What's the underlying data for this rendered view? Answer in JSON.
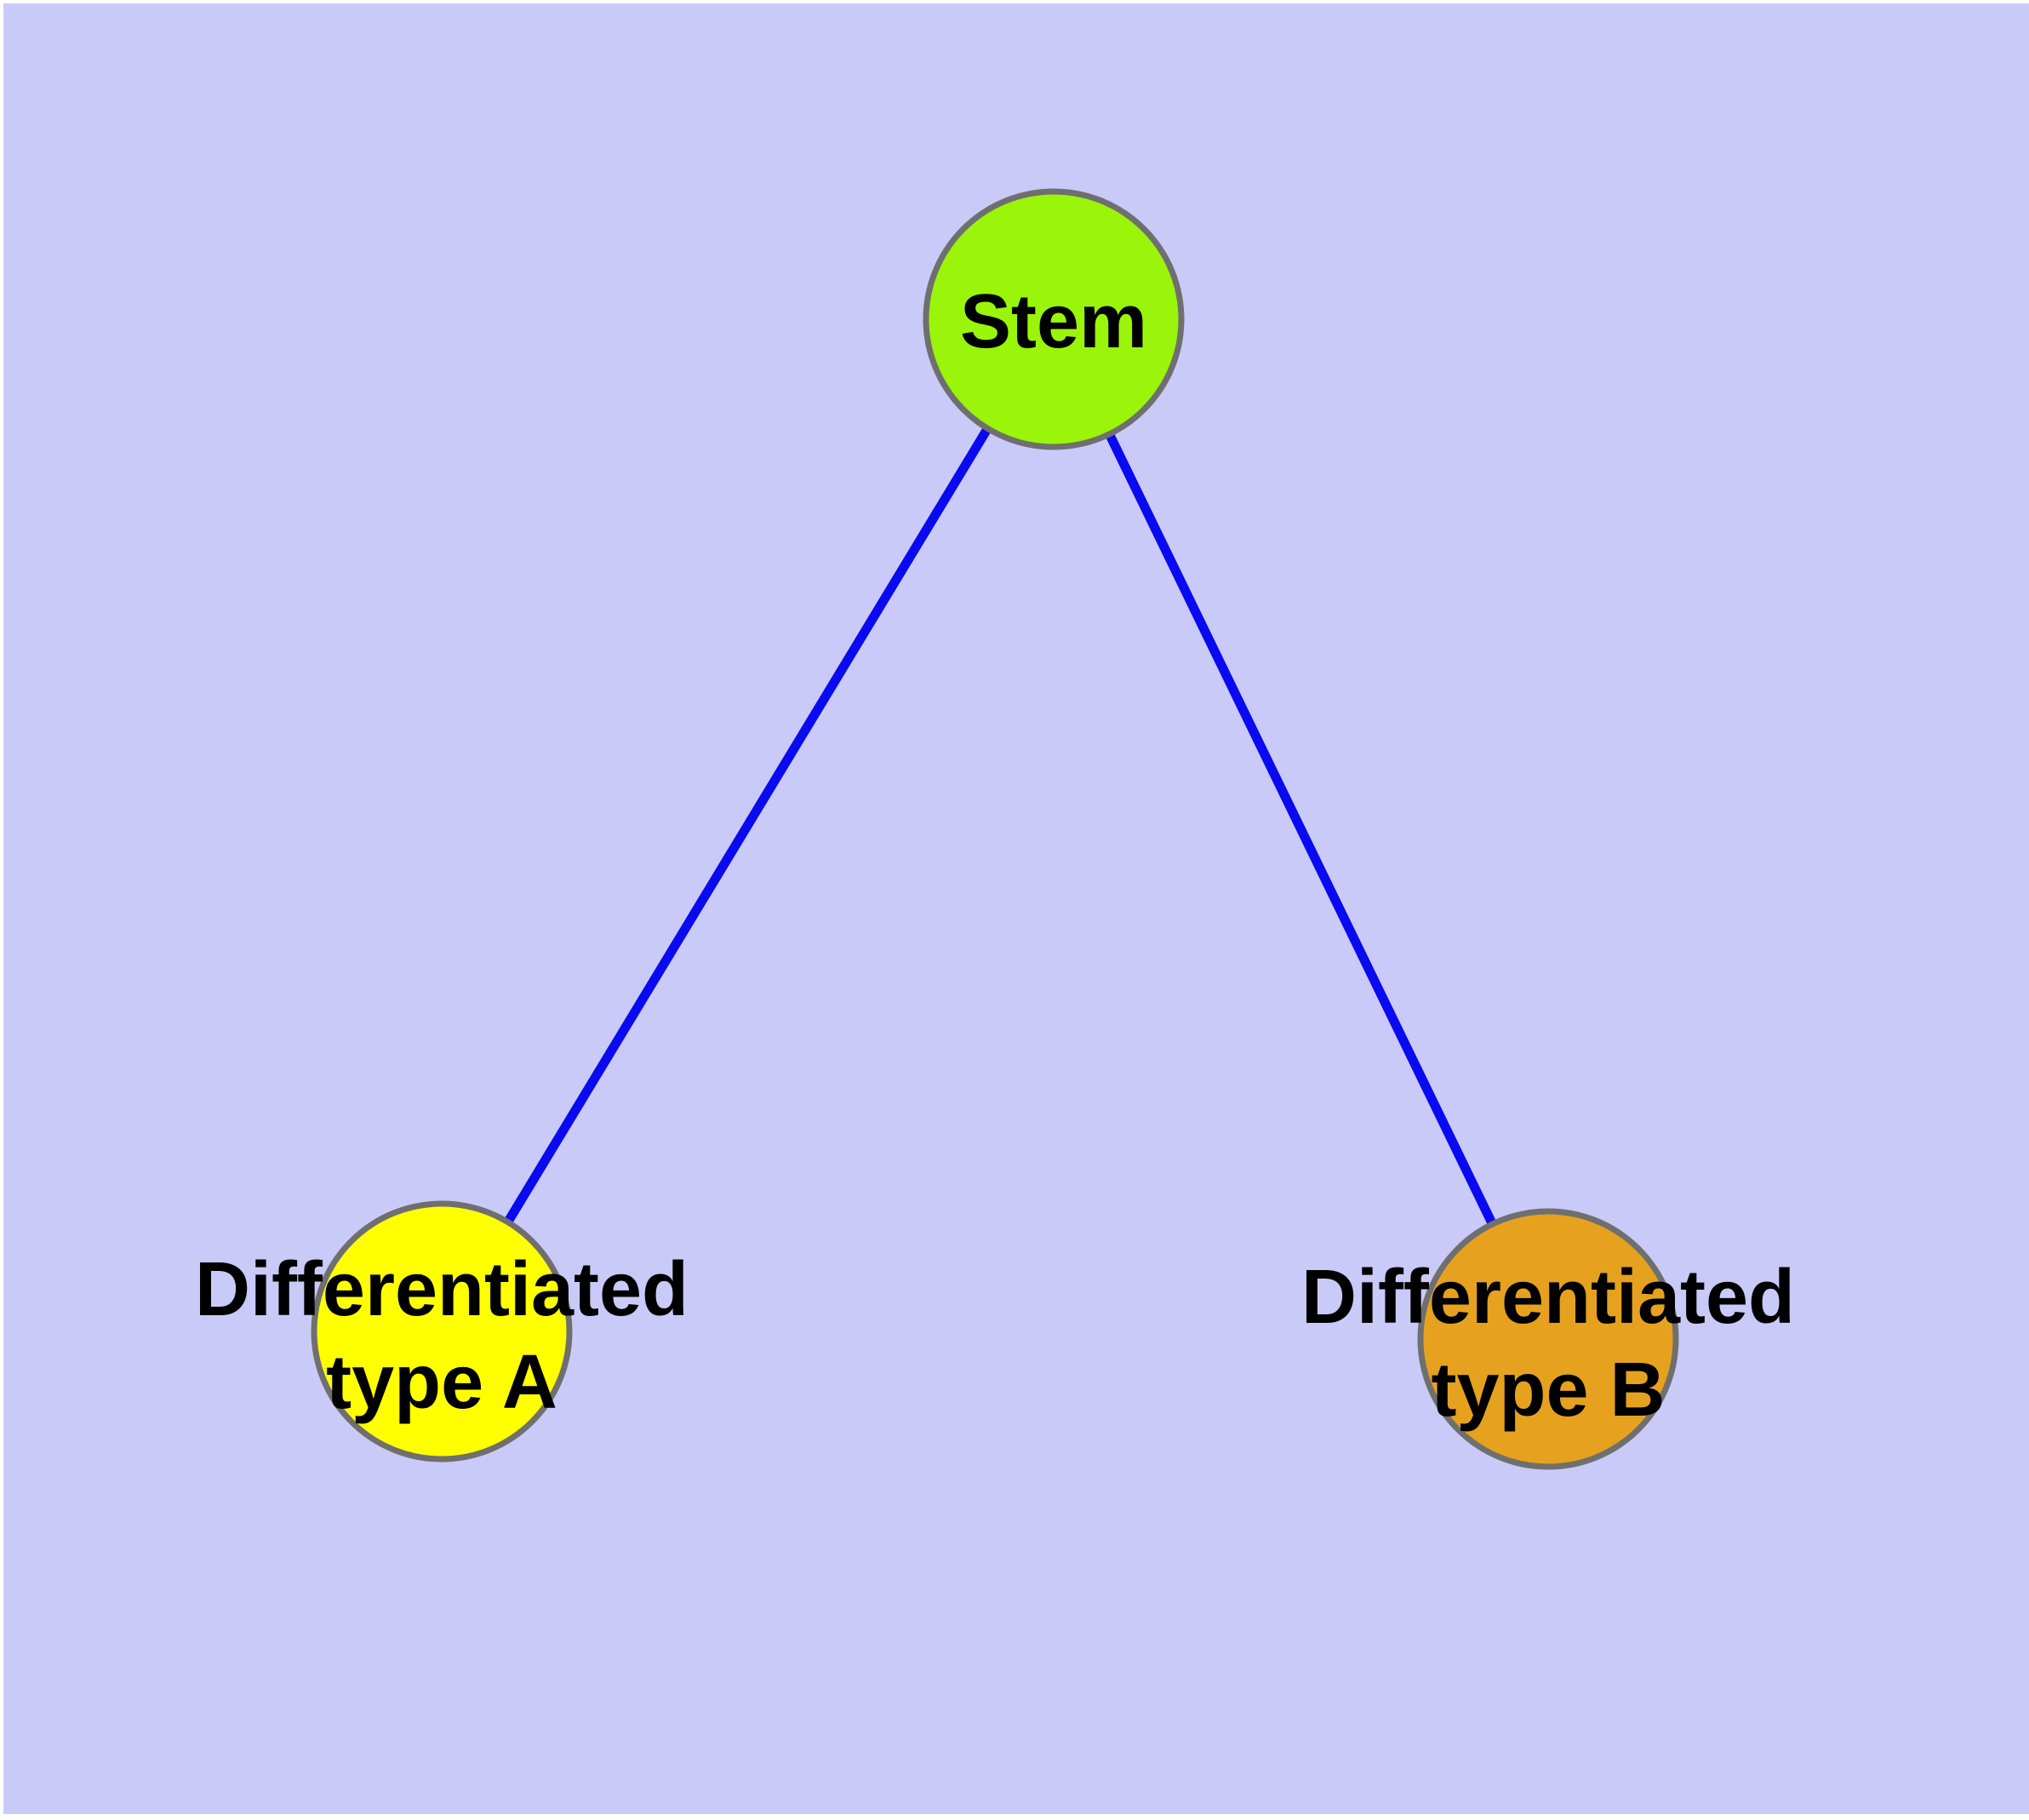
{
  "canvas": {
    "margin_color": "#ffffff",
    "background": "#cacaf8"
  },
  "edges": {
    "color": "#0a0af0",
    "items": [
      {
        "from": "stem",
        "to": "differentiated-type-a"
      },
      {
        "from": "stem",
        "to": "differentiated-type-b"
      }
    ]
  },
  "nodes": {
    "stroke": "#6f6f6f",
    "label_color": "#000000",
    "items": [
      {
        "id": "stem",
        "label": "Stem",
        "fill": "#9af50a"
      },
      {
        "id": "differentiated-type-a",
        "label_line1": "Differentiated",
        "label_line2": "type A",
        "fill": "#ffff00"
      },
      {
        "id": "differentiated-type-b",
        "label_line1": "Differentiated",
        "label_line2": "type B",
        "fill": "#e6a21f"
      }
    ]
  }
}
